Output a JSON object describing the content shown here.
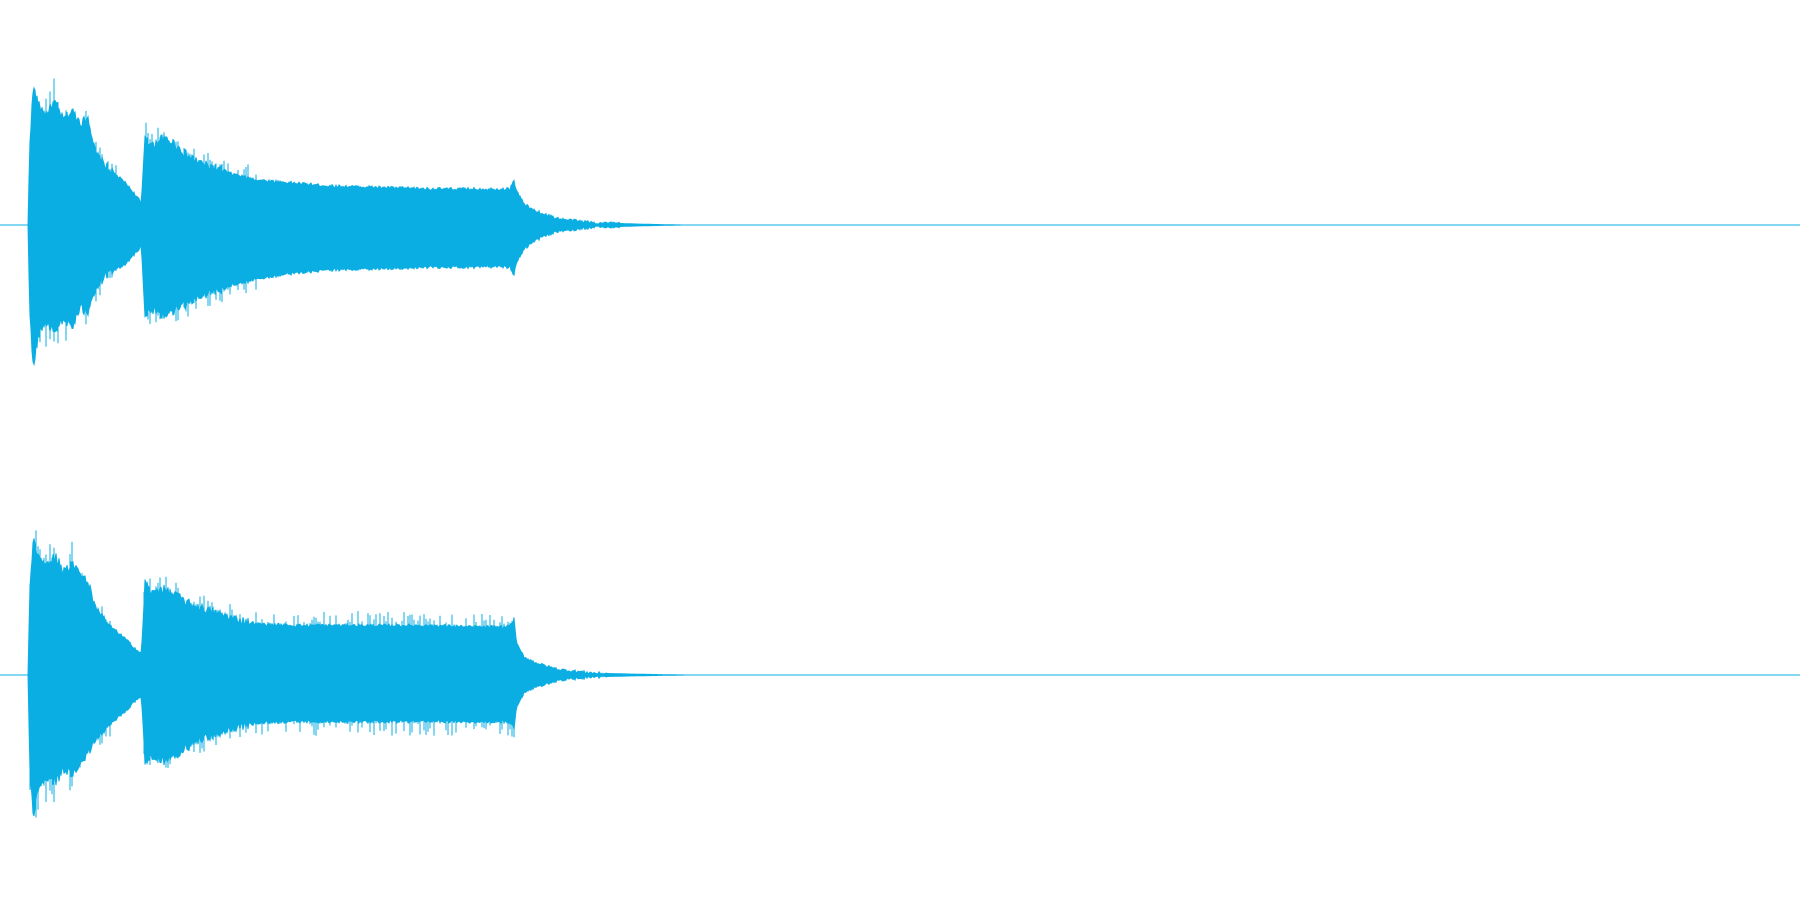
{
  "colors": {
    "background": "#ffffff",
    "waveform": "#0aaee3",
    "baseline": "#0aaee3"
  },
  "channels": [
    {
      "id": "channel-1",
      "envelope": [
        [
          0.0,
          0.0,
          0.0
        ],
        [
          0.001,
          0.55,
          0.6
        ],
        [
          0.003,
          0.92,
          0.95
        ],
        [
          0.006,
          0.8,
          0.72
        ],
        [
          0.01,
          0.74,
          0.66
        ],
        [
          0.015,
          0.82,
          0.7
        ],
        [
          0.02,
          0.7,
          0.62
        ],
        [
          0.025,
          0.76,
          0.68
        ],
        [
          0.03,
          0.68,
          0.55
        ],
        [
          0.034,
          0.72,
          0.6
        ],
        [
          0.038,
          0.48,
          0.42
        ],
        [
          0.045,
          0.38,
          0.32
        ],
        [
          0.055,
          0.28,
          0.26
        ],
        [
          0.062,
          0.18,
          0.17
        ],
        [
          0.064,
          0.14,
          0.13
        ],
        [
          0.066,
          0.6,
          0.62
        ],
        [
          0.07,
          0.52,
          0.56
        ],
        [
          0.075,
          0.58,
          0.6
        ],
        [
          0.082,
          0.55,
          0.58
        ],
        [
          0.09,
          0.46,
          0.52
        ],
        [
          0.1,
          0.4,
          0.46
        ],
        [
          0.115,
          0.34,
          0.4
        ],
        [
          0.13,
          0.3,
          0.36
        ],
        [
          0.15,
          0.28,
          0.32
        ],
        [
          0.17,
          0.26,
          0.3
        ],
        [
          0.2,
          0.25,
          0.29
        ],
        [
          0.23,
          0.24,
          0.28
        ],
        [
          0.25,
          0.24,
          0.28
        ],
        [
          0.272,
          0.24,
          0.28
        ],
        [
          0.274,
          0.3,
          0.34
        ],
        [
          0.276,
          0.22,
          0.24
        ],
        [
          0.28,
          0.14,
          0.16
        ],
        [
          0.285,
          0.1,
          0.11
        ],
        [
          0.292,
          0.07,
          0.07
        ],
        [
          0.3,
          0.04,
          0.04
        ],
        [
          0.32,
          0.015,
          0.015
        ],
        [
          0.345,
          0.006,
          0.006
        ],
        [
          0.36,
          0.002,
          0.002
        ],
        [
          0.37,
          0.0,
          0.0
        ]
      ]
    },
    {
      "id": "channel-2",
      "envelope": [
        [
          0.0,
          0.0,
          0.0
        ],
        [
          0.001,
          0.55,
          0.6
        ],
        [
          0.003,
          0.9,
          0.94
        ],
        [
          0.006,
          0.78,
          0.74
        ],
        [
          0.01,
          0.72,
          0.68
        ],
        [
          0.015,
          0.8,
          0.72
        ],
        [
          0.02,
          0.7,
          0.64
        ],
        [
          0.025,
          0.74,
          0.66
        ],
        [
          0.03,
          0.66,
          0.58
        ],
        [
          0.034,
          0.62,
          0.52
        ],
        [
          0.038,
          0.44,
          0.42
        ],
        [
          0.045,
          0.34,
          0.34
        ],
        [
          0.055,
          0.24,
          0.24
        ],
        [
          0.062,
          0.16,
          0.16
        ],
        [
          0.064,
          0.14,
          0.14
        ],
        [
          0.066,
          0.62,
          0.58
        ],
        [
          0.07,
          0.54,
          0.54
        ],
        [
          0.075,
          0.58,
          0.58
        ],
        [
          0.082,
          0.54,
          0.54
        ],
        [
          0.09,
          0.48,
          0.48
        ],
        [
          0.1,
          0.44,
          0.42
        ],
        [
          0.115,
          0.38,
          0.36
        ],
        [
          0.13,
          0.34,
          0.32
        ],
        [
          0.15,
          0.33,
          0.31
        ],
        [
          0.17,
          0.33,
          0.31
        ],
        [
          0.2,
          0.33,
          0.31
        ],
        [
          0.23,
          0.33,
          0.31
        ],
        [
          0.25,
          0.32,
          0.31
        ],
        [
          0.272,
          0.32,
          0.31
        ],
        [
          0.274,
          0.38,
          0.36
        ],
        [
          0.276,
          0.2,
          0.2
        ],
        [
          0.28,
          0.12,
          0.12
        ],
        [
          0.285,
          0.09,
          0.09
        ],
        [
          0.292,
          0.06,
          0.06
        ],
        [
          0.3,
          0.035,
          0.035
        ],
        [
          0.32,
          0.012,
          0.012
        ],
        [
          0.345,
          0.005,
          0.005
        ],
        [
          0.36,
          0.002,
          0.002
        ],
        [
          0.372,
          0.0,
          0.0
        ]
      ]
    }
  ]
}
